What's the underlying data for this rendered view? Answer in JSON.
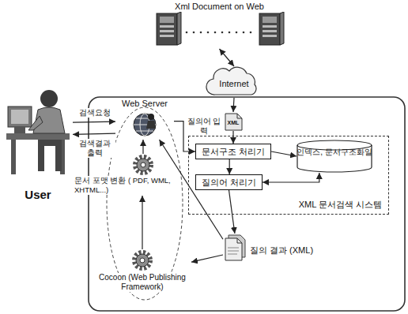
{
  "diagram": {
    "nodes": [
      {
        "text": [
          "Xml Document on Web"
        ]
      },
      {
        "text": [
          "Internet"
        ]
      },
      {
        "text": [
          "User"
        ]
      },
      {
        "text": [
          "Web Server"
        ]
      },
      {
        "text": [
          "XML"
        ]
      },
      {
        "text": [
          "XML 문서검색 시스템"
        ]
      },
      {
        "text": [
          "문서구조 처리기"
        ],
        "in": 5
      },
      {
        "text": [
          "인덱스, 문서구조화일"
        ],
        "in": 5
      },
      {
        "text": [
          "질의어 처리기"
        ],
        "in": 5
      },
      {
        "text": [
          "질의 결과 (XML)"
        ]
      },
      {
        "text": [
          "문서 포맷 변환 ( PDF, WML, XHTML...)"
        ]
      },
      {
        "text": [
          "Cocoon (Web Publishing Framework)"
        ]
      }
    ],
    "edges": [
      {
        "from": 0,
        "to": 1,
        "arrow": "both"
      },
      {
        "from": 1,
        "to": 4,
        "arrow": "to"
      },
      {
        "from": 4,
        "to": 6,
        "arrow": "to"
      },
      {
        "from": 2,
        "to": 3,
        "label": "검색요청",
        "arrow": "to"
      },
      {
        "from": 3,
        "to": 2,
        "label": "검색결과 출력",
        "arrow": "to"
      },
      {
        "from": 3,
        "to": 6,
        "label": "질의어 입력",
        "arrow": "to"
      },
      {
        "from": 6,
        "to": 7,
        "arrow": "to"
      },
      {
        "from": 6,
        "to": 8,
        "arrow": "to"
      },
      {
        "from": 7,
        "to": 8,
        "arrow": "both"
      },
      {
        "from": 8,
        "to": 9,
        "arrow": "to"
      },
      {
        "from": 9,
        "to": 3,
        "arrow": "to"
      },
      {
        "from": 9,
        "to": 11,
        "arrow": "to"
      },
      {
        "from": 11,
        "to": 10,
        "arrow": "to"
      },
      {
        "from": 10,
        "to": 3,
        "arrow": "to"
      }
    ]
  }
}
